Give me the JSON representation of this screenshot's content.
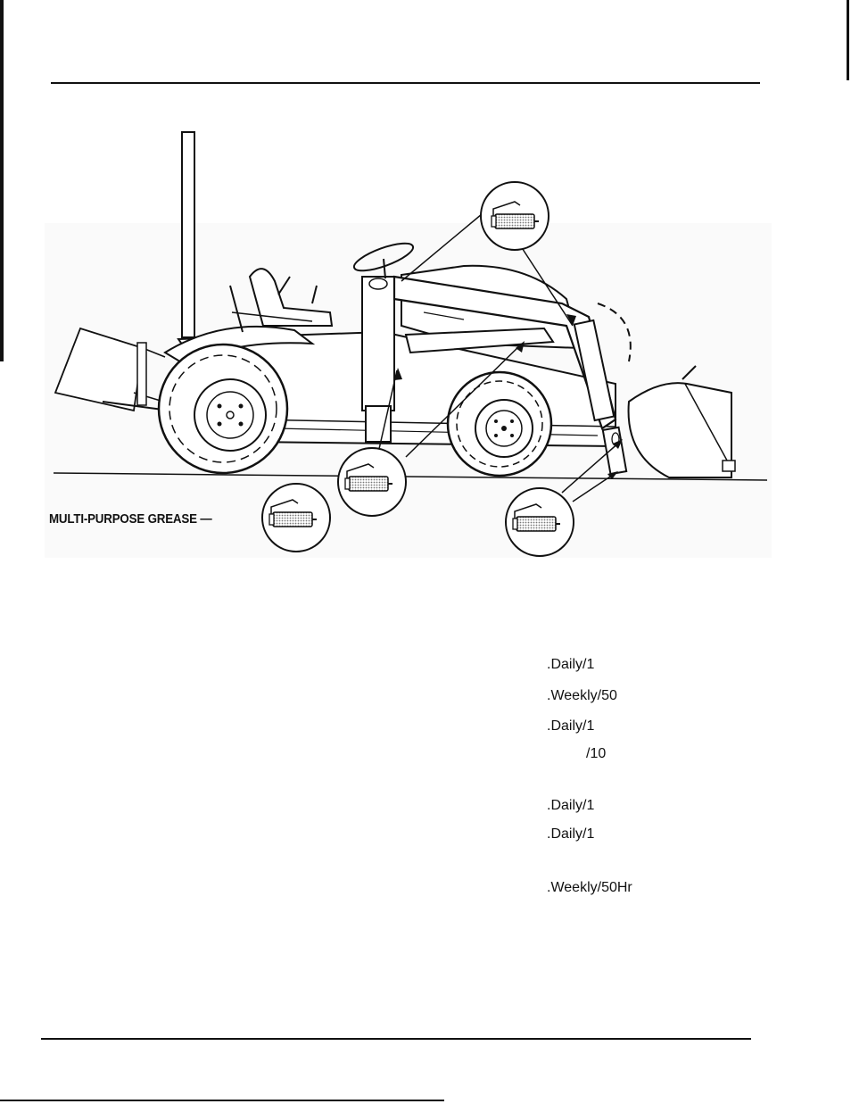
{
  "figure": {
    "grease_label": "MULTI-PURPOSE GREASE —"
  },
  "schedule": [
    "Daily/1",
    "Weekly/50",
    "Daily/1",
    "/10",
    "Daily/1",
    "Daily/1",
    "Weekly/50Hr"
  ],
  "schedule_prefix": ".",
  "colors": {
    "ink": "#111111",
    "paper": "#ffffff",
    "grease": "#9a9a9a"
  }
}
